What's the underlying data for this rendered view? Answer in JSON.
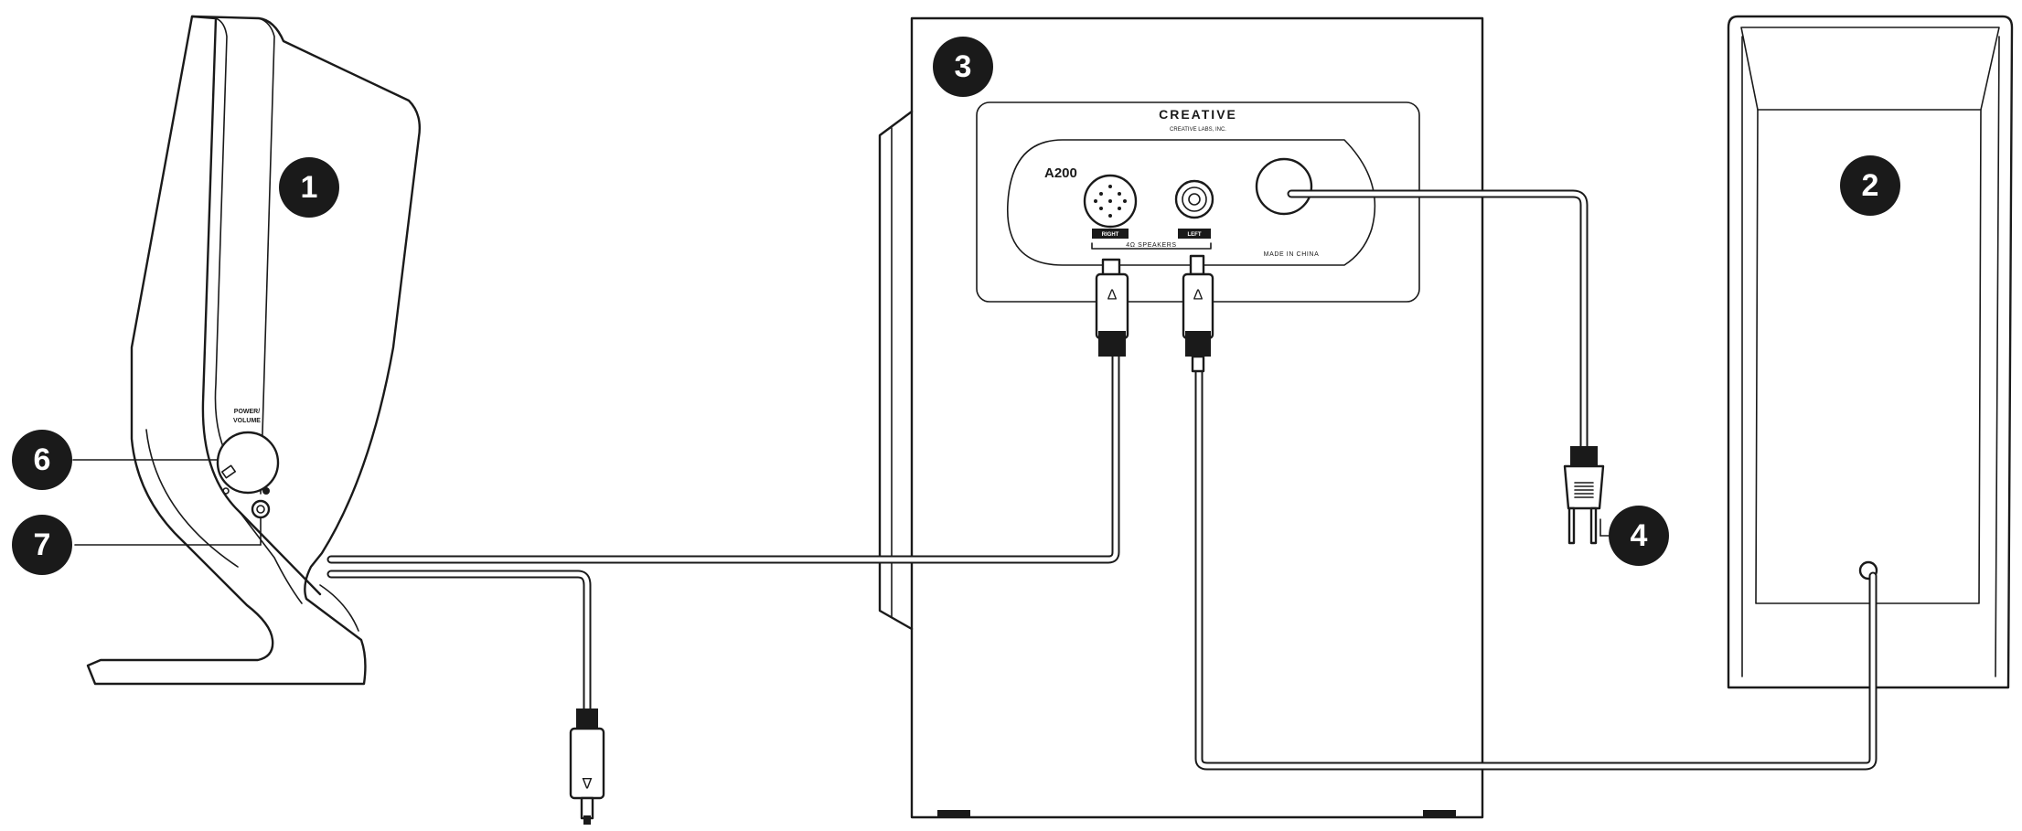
{
  "callouts": {
    "c1": "1",
    "c2": "2",
    "c3": "3",
    "c4": "4",
    "c6": "6",
    "c7": "7"
  },
  "panel": {
    "brand": "CREATIVE",
    "brand_sub": "CREATIVE LABS, INC.",
    "model": "A200",
    "right_tag": "RIGHT",
    "left_tag": "LEFT",
    "speakers_text": "4Ω SPEAKERS",
    "made_in": "MADE IN CHINA"
  },
  "knob": {
    "label_line1": "POWER/",
    "label_line2": "VOLUME"
  },
  "plug_arrow": "∆",
  "plug_arrow_down": "∇"
}
